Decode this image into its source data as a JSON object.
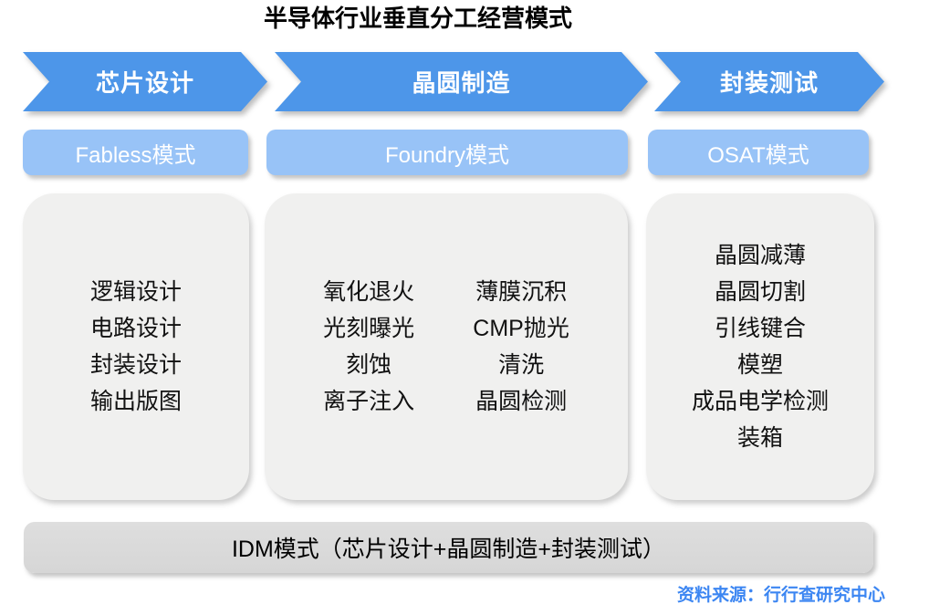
{
  "title": "半导体行业垂直分工经营模式",
  "columns": [
    {
      "stage": "芯片设计",
      "mode": "Fabless模式",
      "items": [
        "逻辑设计",
        "电路设计",
        "封装设计",
        "输出版图"
      ]
    },
    {
      "stage": "晶圆制造",
      "mode": "Foundry模式",
      "sub_columns": [
        [
          "氧化退火",
          "光刻曝光",
          "刻蚀",
          "离子注入"
        ],
        [
          "薄膜沉积",
          "CMP抛光",
          "清洗",
          "晶圆检测"
        ]
      ]
    },
    {
      "stage": "封装测试",
      "mode": "OSAT模式",
      "items": [
        "晶圆减薄",
        "晶圆切割",
        "引线键合",
        "模塑",
        "成品电学检测",
        "装箱"
      ]
    }
  ],
  "idm": {
    "label": "IDM模式（芯片设计+晶圆制造+封装测试）"
  },
  "source": {
    "label": "资料来源：行行查研究中心"
  },
  "colors": {
    "arrow_blue": "#4D96E9",
    "mode_blue": "#98C3F7",
    "panel_gray": "#F0F0EF",
    "bar_gray": "#D8D8D8",
    "source_blue": "#3C86F2",
    "title_black": "#000000"
  }
}
